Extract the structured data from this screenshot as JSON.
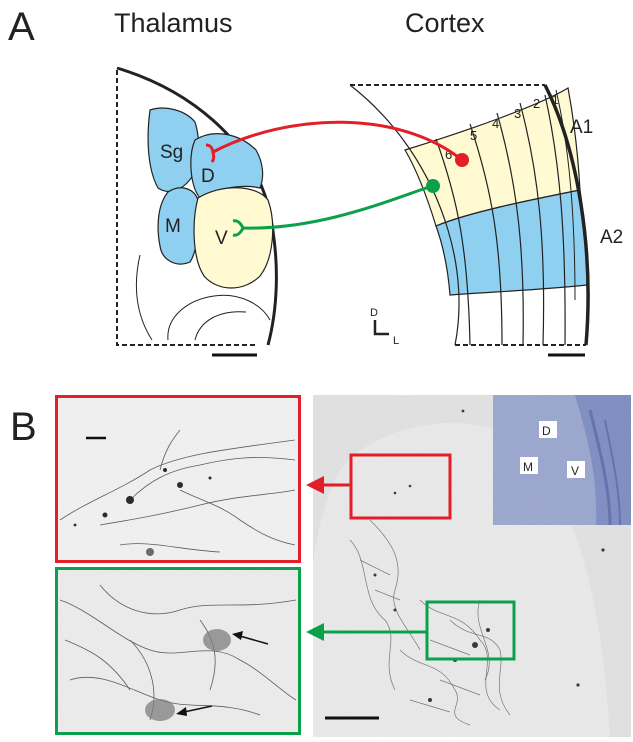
{
  "panel_a": {
    "letter": "A",
    "thalamus_title": "Thalamus",
    "cortex_title": "Cortex",
    "nuclei": {
      "sg": "Sg",
      "d": "D",
      "m": "M",
      "v": "V"
    },
    "cortical_layers": [
      "1",
      "2",
      "3",
      "4",
      "5",
      "6"
    ],
    "areas": {
      "a1": "A1",
      "a2": "A2"
    },
    "orientation": {
      "dorsal": "D",
      "lateral": "L"
    },
    "colors": {
      "projection_d": "#e41e26",
      "projection_v": "#0ba14b",
      "region_blue": "#8fd0f0",
      "region_cream": "#fffad2"
    }
  },
  "panel_b": {
    "letter": "B",
    "inset_labels": {
      "d": "D",
      "m": "M",
      "v": "V"
    },
    "colors": {
      "box_red": "#e41e26",
      "box_green": "#0ba14b",
      "nissl": "#9aa6cf"
    }
  }
}
